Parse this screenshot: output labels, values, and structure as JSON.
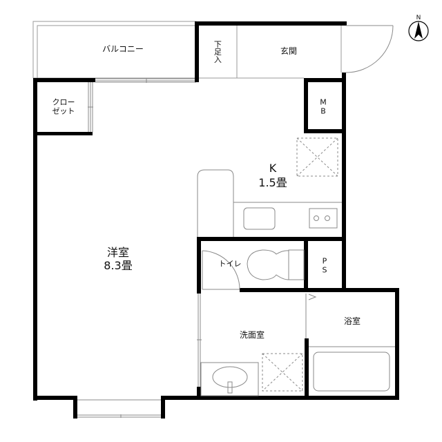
{
  "plan": {
    "rooms": {
      "balcony": "バルコニー",
      "closet": "クロー\nゼット",
      "shoe_box": "下足入",
      "entrance": "玄関",
      "mb": "M\nB",
      "kitchen_name": "K",
      "kitchen_size": "1.5畳",
      "western_room_name": "洋室",
      "western_room_size": "8.3畳",
      "toilet": "トイレ",
      "ps": "P\nS",
      "washroom": "洗面室",
      "bathroom": "浴室"
    },
    "compass": {
      "label": "N"
    },
    "colors": {
      "wall": "#000000",
      "line": "#888888",
      "dash": "#777777"
    }
  }
}
